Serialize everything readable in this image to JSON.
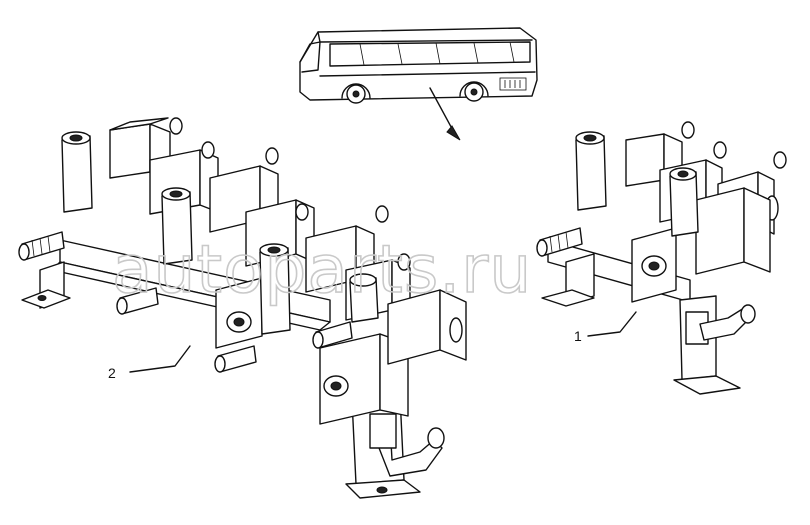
{
  "callouts": {
    "assembly_1": "1",
    "assembly_2": "2"
  },
  "watermark": {
    "text": "autoparts.ru"
  },
  "icons": [
    "bus-silhouette",
    "valve-block-assembly"
  ]
}
